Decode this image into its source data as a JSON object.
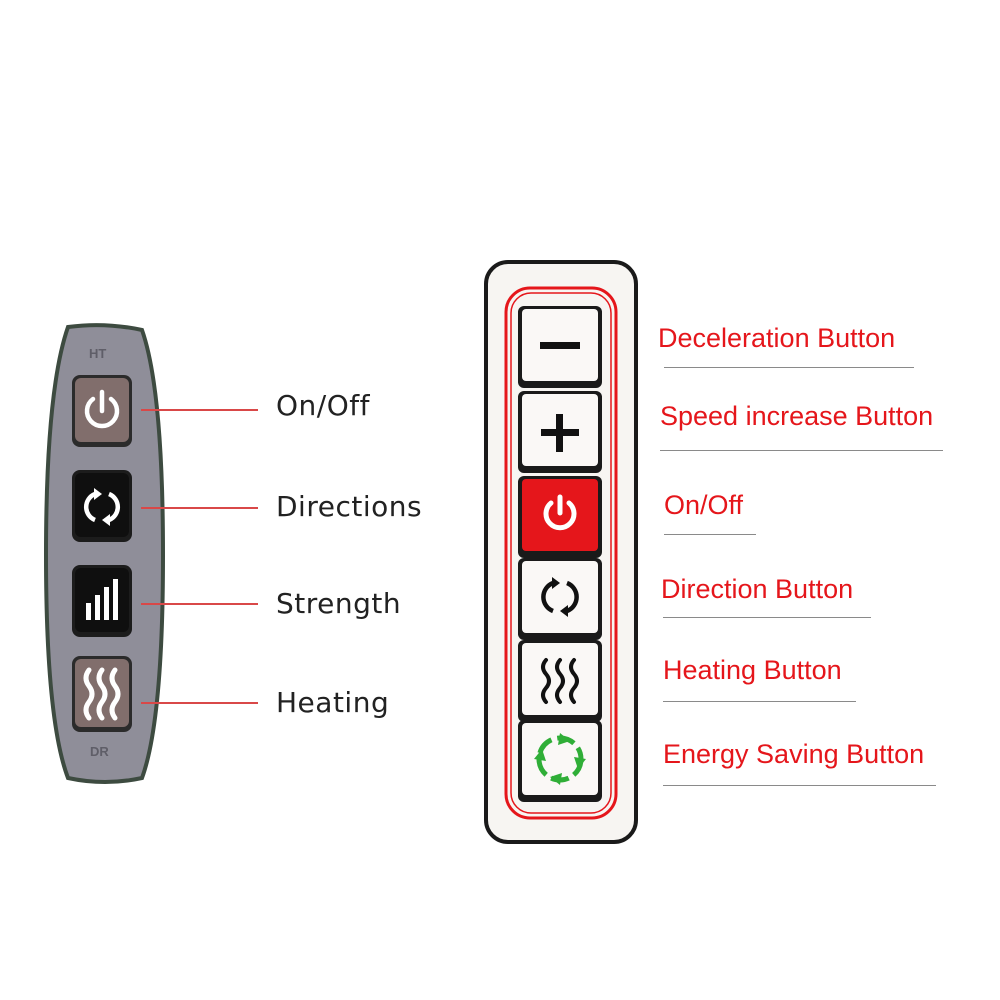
{
  "left_remote": {
    "top_tag": "HT",
    "bottom_tag": "DR",
    "buttons": [
      {
        "label": "On/Off",
        "icon": "power-icon"
      },
      {
        "label": "Directions",
        "icon": "rotate-arrows-icon"
      },
      {
        "label": "Strength",
        "icon": "signal-bars-icon"
      },
      {
        "label": "Heating",
        "icon": "heat-waves-icon"
      }
    ]
  },
  "right_remote": {
    "buttons": [
      {
        "label": "Deceleration Button",
        "icon": "minus-icon"
      },
      {
        "label": "Speed increase Button",
        "icon": "plus-icon"
      },
      {
        "label": "On/Off",
        "icon": "power-icon"
      },
      {
        "label": "Direction Button",
        "icon": "rotate-arrows-icon"
      },
      {
        "label": "Heating Button",
        "icon": "heat-waves-icon"
      },
      {
        "label": "Energy Saving Button",
        "icon": "eco-arrows-icon"
      }
    ]
  },
  "colors": {
    "label_red": "#e5161b",
    "left_body": "#8e8d98",
    "left_outline": "#3c4a3f",
    "power_red": "#e5161b",
    "eco_green": "#2fae37"
  }
}
